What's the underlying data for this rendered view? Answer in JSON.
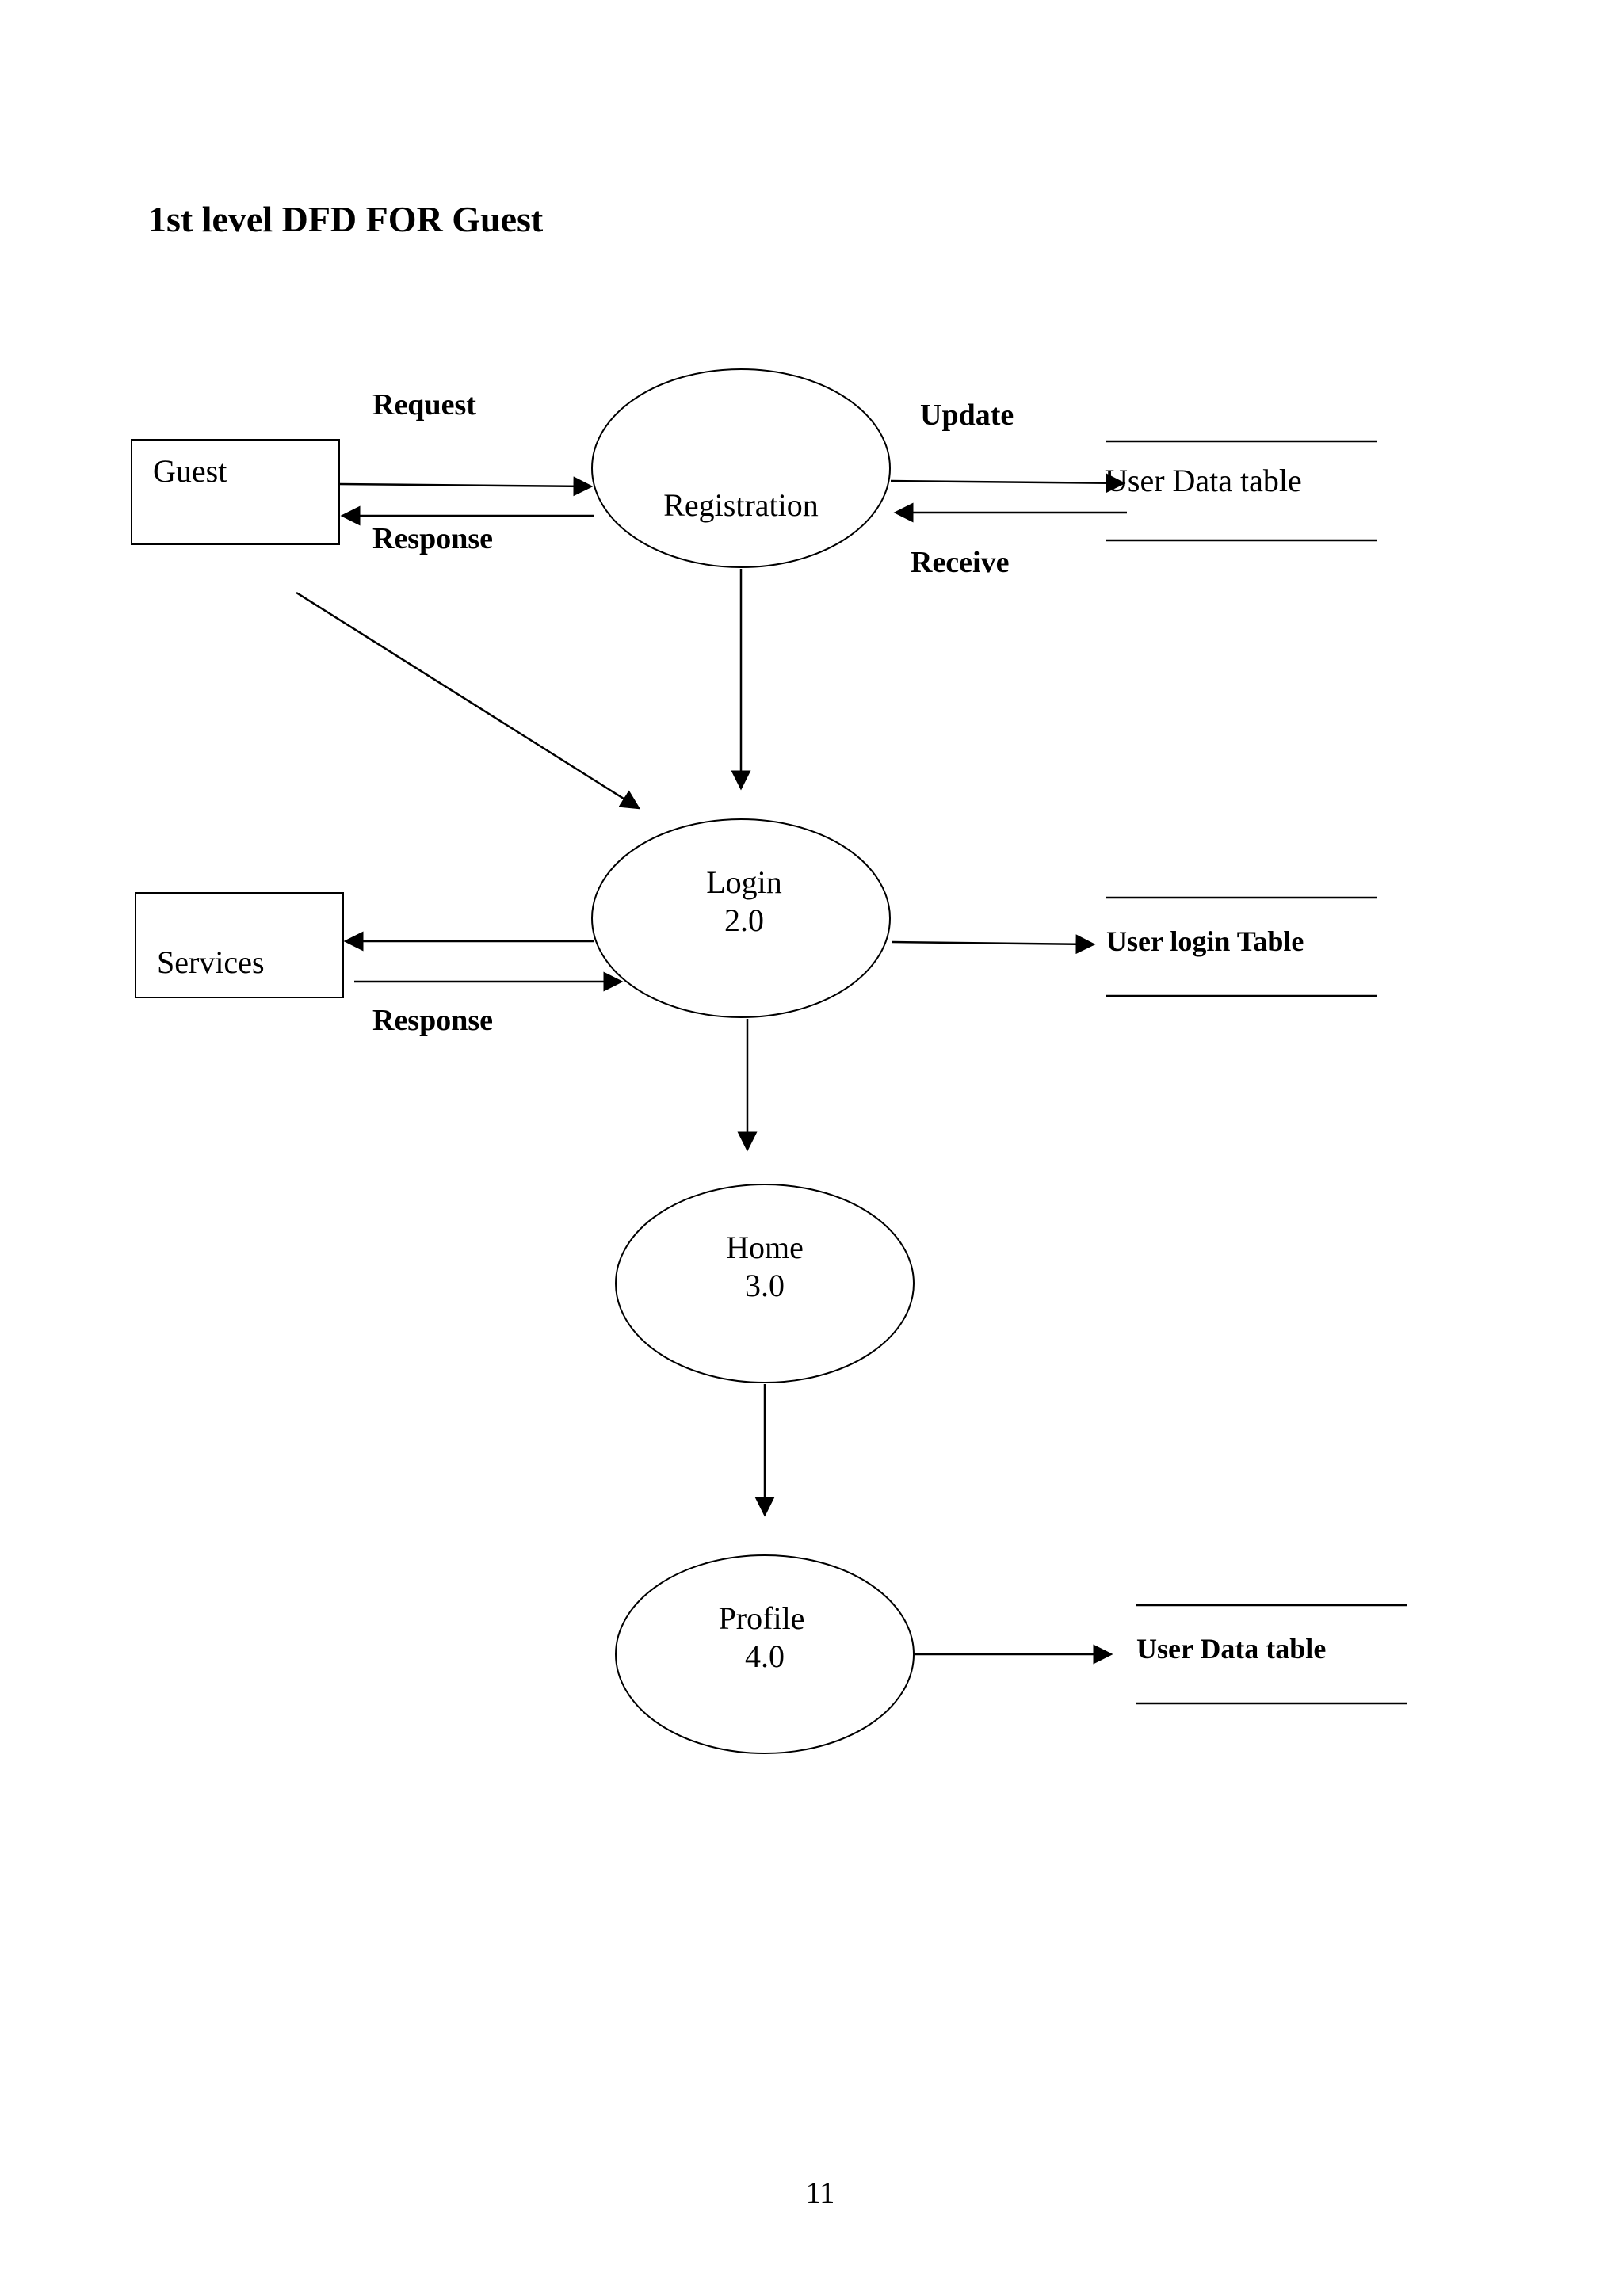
{
  "title": "1st level DFD FOR Guest",
  "entities": {
    "guest": "Guest",
    "services": "Services"
  },
  "processes": {
    "registration": {
      "name": "Registration",
      "number": ""
    },
    "login": {
      "name": "Login",
      "number": "2.0"
    },
    "home": {
      "name": "Home",
      "number": "3.0"
    },
    "profile": {
      "name": "Profile",
      "number": "4.0"
    }
  },
  "stores": {
    "user_data_table_top": "User Data table",
    "user_login_table": "User login Table",
    "user_data_table_bottom": "User Data table"
  },
  "flows": {
    "request": "Request",
    "response_guest": "Response",
    "update": "Update",
    "receive": "Receive",
    "response_services": "Response"
  },
  "page_number": "11"
}
